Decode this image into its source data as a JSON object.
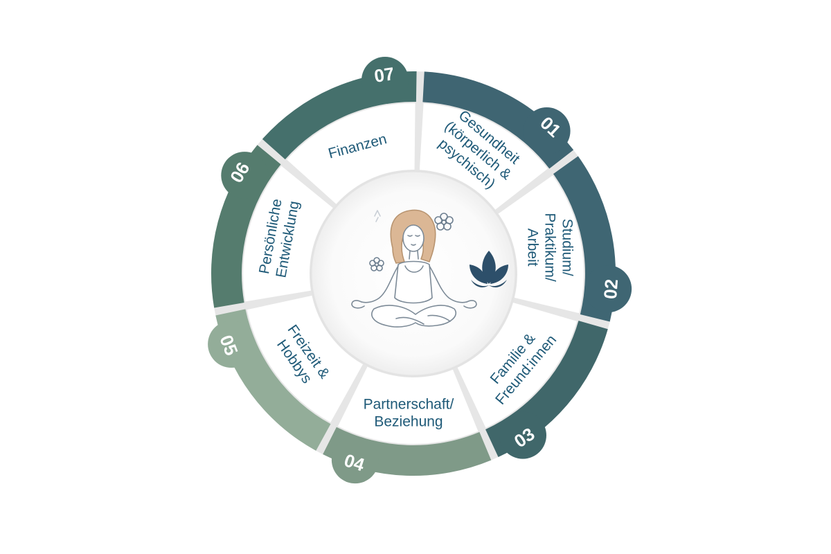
{
  "segments": [
    {
      "number": "01",
      "lines": [
        "Gesundheit",
        "(körperlich &",
        "psychisch)"
      ],
      "color": "#3f6572"
    },
    {
      "number": "02",
      "lines": [
        "Studium/",
        "Praktikum/",
        "Arbeit"
      ],
      "color": "#3f6673"
    },
    {
      "number": "03",
      "lines": [
        "Familie &",
        "Freund:innen"
      ],
      "color": "#40676a"
    },
    {
      "number": "04",
      "lines": [
        "Partnerschaft/",
        "Beziehung"
      ],
      "color": "#7f9a88"
    },
    {
      "number": "05",
      "lines": [
        "Freizeit &",
        "Hobbys"
      ],
      "color": "#93ad99"
    },
    {
      "number": "06",
      "lines": [
        "Persönliche",
        "Entwicklung"
      ],
      "color": "#557c6e"
    },
    {
      "number": "07",
      "lines": [
        "Finanzen"
      ],
      "color": "#45706c"
    }
  ],
  "colors": {
    "label_text": "#1f5a78",
    "segment_fill": "#ffffff",
    "gap": "#e6e6e6",
    "hair": "#d9b48f",
    "lotus": "#2d4f6a"
  }
}
